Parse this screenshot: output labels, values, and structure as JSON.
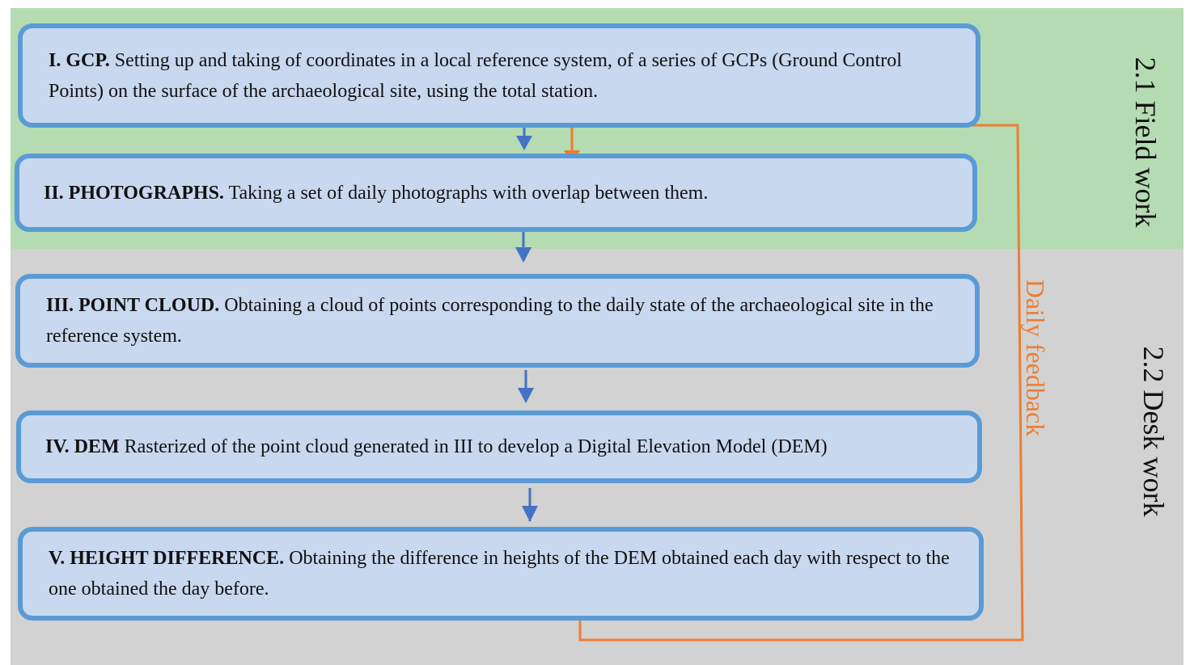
{
  "sections": {
    "field": "2.1 Field work",
    "desk": "2.2 Desk work"
  },
  "feedback_label": "Daily feedback",
  "steps": [
    {
      "title": "I. GCP.",
      "text": " Setting up and taking of coordinates in a local reference system, of a series of GCPs (Ground Control Points) on the surface of the archaeological site, using the total station."
    },
    {
      "title": "II. PHOTOGRAPHS.",
      "text": " Taking a set of daily photographs with overlap between them."
    },
    {
      "title": "III. POINT CLOUD.",
      "text": " Obtaining a cloud of points corresponding to the daily state of the archaeological site in the reference system."
    },
    {
      "title": "IV. DEM",
      "text": " Rasterized of the point cloud generated in III to develop a Digital Elevation Model (DEM)"
    },
    {
      "title": "V. HEIGHT DIFFERENCE.",
      "text": " Obtaining the difference in heights of the DEM obtained each day with respect to the one obtained the day before."
    }
  ],
  "colors": {
    "field_band": "#b5dbb2",
    "desk_band": "#d2d2d2",
    "box_fill": "#c8d8ef",
    "box_border": "#5b9bd5",
    "flow_arrow": "#4472c4",
    "feedback_arrow": "#ed7d31"
  }
}
